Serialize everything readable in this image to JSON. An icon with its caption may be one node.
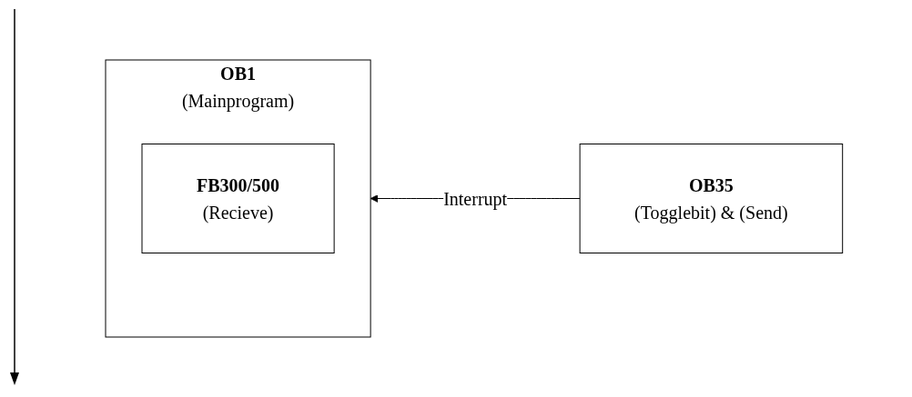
{
  "diagram": {
    "nodes": [
      {
        "text": [
          "OB1",
          "(Mainprogram)"
        ]
      },
      {
        "text": [
          "FB300/500",
          "(Recieve)"
        ],
        "in": 0
      },
      {
        "text": [
          "OB35",
          "(Togglebit) & (Send)"
        ]
      }
    ],
    "edges": [
      {
        "from": 2,
        "to": 0,
        "arrow": "to",
        "label": "Interrupt"
      }
    ]
  }
}
